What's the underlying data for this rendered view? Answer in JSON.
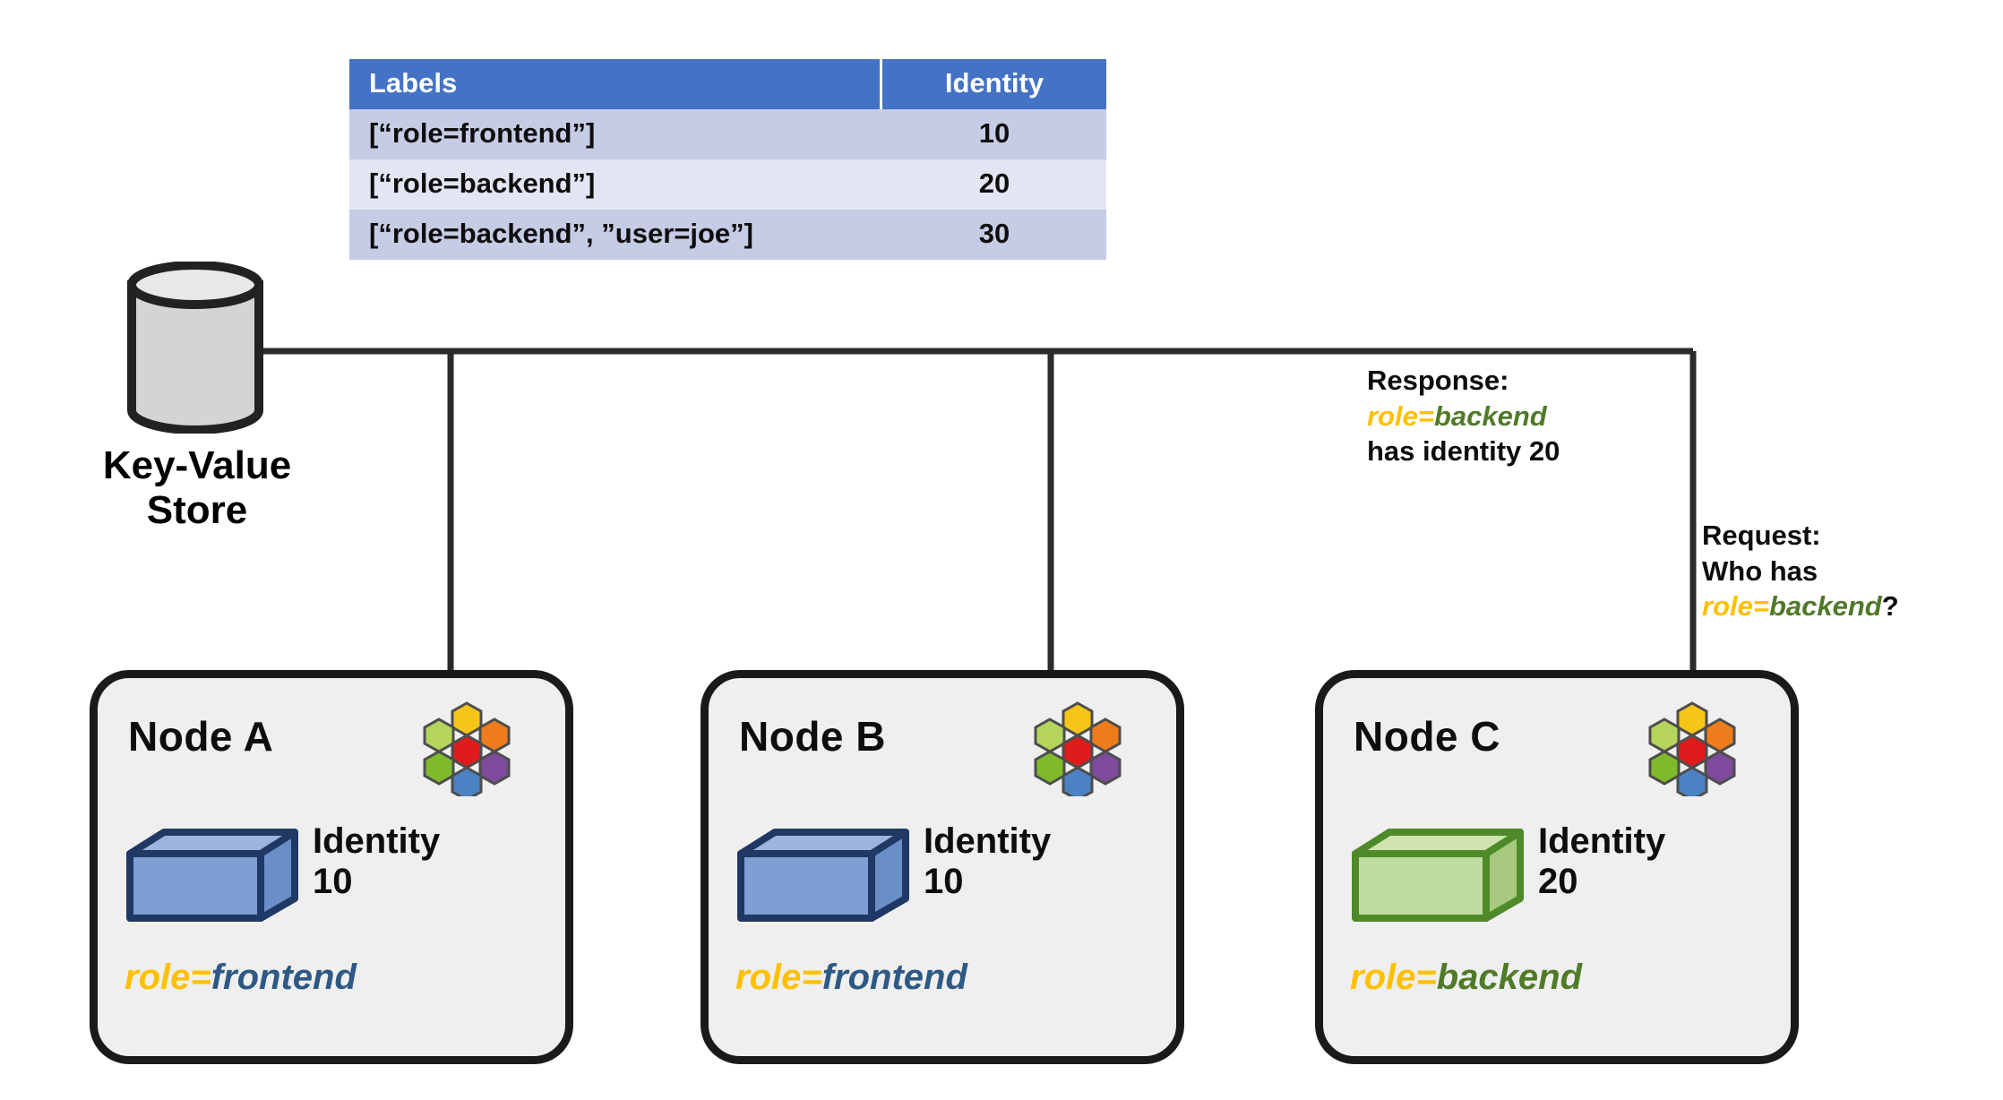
{
  "table": {
    "headers": [
      "Labels",
      "Identity"
    ],
    "rows": [
      {
        "labels": "[“role=frontend”]",
        "identity": "10"
      },
      {
        "labels": "[“role=backend”]",
        "identity": "20"
      },
      {
        "labels": "[“role=backend”, ”user=joe”]",
        "identity": "30"
      }
    ]
  },
  "store": {
    "label_line1": "Key-Value",
    "label_line2": "Store",
    "icon": "database-cylinder-icon"
  },
  "annotations": {
    "response": {
      "title": "Response:",
      "key": "role=",
      "value": "backend",
      "tail": "has identity 20"
    },
    "request": {
      "title": "Request:",
      "line2": "Who has",
      "key": "role=",
      "value": "backend",
      "suffix": "?"
    }
  },
  "nodes": [
    {
      "title": "Node A",
      "identity_label": "Identity",
      "identity_value": "10",
      "role_key": "role=",
      "role_value": "frontend",
      "role_value_color": "#2E5984",
      "cube_color": "blue"
    },
    {
      "title": "Node B",
      "identity_label": "Identity",
      "identity_value": "10",
      "role_key": "role=",
      "role_value": "frontend",
      "role_value_color": "#2E5984",
      "cube_color": "blue"
    },
    {
      "title": "Node C",
      "identity_label": "Identity",
      "identity_value": "20",
      "role_key": "role=",
      "role_value": "backend",
      "role_value_color": "#4F7A28",
      "cube_color": "green"
    }
  ],
  "colors": {
    "header_blue": "#4472C4",
    "row_alt": "#C7CCE5",
    "row_plain": "#E3E6F2",
    "amber": "#FFC000",
    "green": "#4F7A28",
    "navy": "#2E5984",
    "node_fill": "#EFEFEF",
    "stroke": "#1A1A1A"
  },
  "icons": {
    "cilium": "cilium-hexagon-logo-icon",
    "cube_blue": "blue-container-cube-icon",
    "cube_green": "green-container-cube-icon",
    "arrow": "arrow-icon"
  }
}
